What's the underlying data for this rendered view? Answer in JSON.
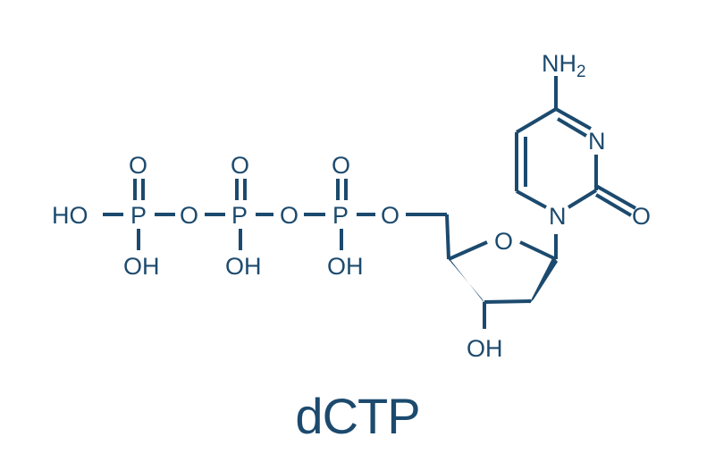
{
  "colors": {
    "ink": "#1c4a6e",
    "background": "#ffffff"
  },
  "title": "dCTP",
  "atoms": {
    "ho_left": "HO",
    "p1": "P",
    "p2": "P",
    "p3": "P",
    "o_bridge1": "O",
    "o_bridge2": "O",
    "o_ester": "O",
    "o_double1": "O",
    "o_double2": "O",
    "o_double3": "O",
    "oh1": "OH",
    "oh2": "OH",
    "oh3": "OH",
    "o_ring": "O",
    "oh_sugar": "OH",
    "n1": "N",
    "n3": "N",
    "o_carbonyl": "O",
    "nh": "NH",
    "nh_sub": "2"
  }
}
